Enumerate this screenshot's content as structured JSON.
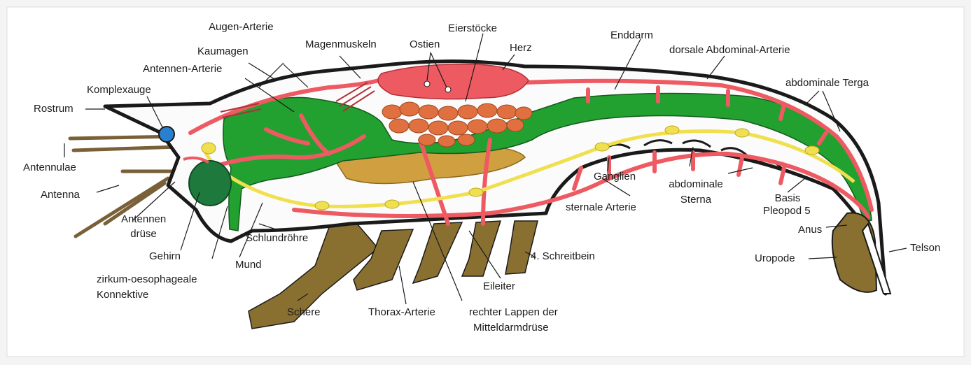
{
  "labels": {
    "augen_arterie": "Augen-Arterie",
    "kaumagen": "Kaumagen",
    "antennen_arterie": "Antennen-Arterie",
    "komplexauge": "Komplexauge",
    "rostrum": "Rostrum",
    "magenmuskeln": "Magenmuskeln",
    "ostien": "Ostien",
    "eierstoecke": "Eierstöcke",
    "herz": "Herz",
    "enddarm": "Enddarm",
    "dorsale_abdominal_arterie": "dorsale Abdominal-Arterie",
    "abdominale_terga": "abdominale Terga",
    "antennulae": "Antennulae",
    "antenna": "Antenna",
    "antennen": "Antennen",
    "druese": "drüse",
    "gehirn": "Gehirn",
    "zirkum": "zirkum-oesophageale",
    "konnektive": "Konnektive",
    "mund": "Mund",
    "schlundroehre": "Schlundröhre",
    "schere": "Schere",
    "thorax_arterie": "Thorax-Arterie",
    "rechter_lappen": "rechter Lappen der",
    "mitteldarmdruese": "Mitteldarmdrüse",
    "eileiter": "Eileiter",
    "schreitbein": "4. Schreitbein",
    "ganglien": "Ganglien",
    "sternale_arterie": "sternale Arterie",
    "abdominale": "abdominale",
    "sterna": "Sterna",
    "basis": "Basis",
    "pleopod5": "Pleopod 5",
    "anus": "Anus",
    "uropode": "Uropode",
    "telson": "Telson"
  },
  "colors": {
    "background": "#ffffff",
    "outline": "#1a1a1a",
    "gut_green": "#22a030",
    "artery_red": "#ee5a62",
    "ovary_orange": "#e07040",
    "midgut_gland_ochre": "#d0a040",
    "nerve_yellow": "#f0e050",
    "leg_brown": "#8a7030",
    "eye_blue": "#2a80d0",
    "gland_darkgreen": "#1e7a3c"
  }
}
